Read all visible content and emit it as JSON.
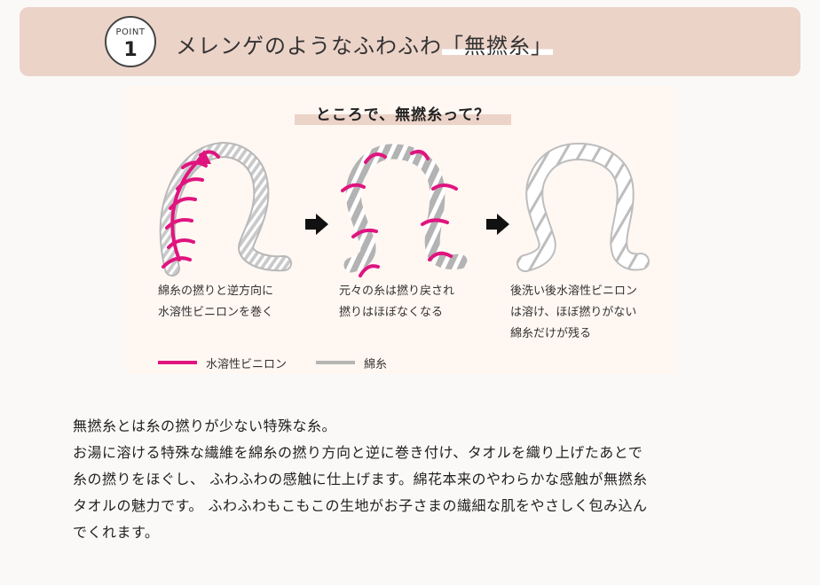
{
  "header": {
    "point_label": "POINT",
    "point_number": "1",
    "title_prefix": "メレンゲのようなふわふわ",
    "title_highlight": "「無撚糸」"
  },
  "diagram": {
    "question": "ところで、無撚糸って？",
    "steps": [
      {
        "lines": [
          "綿糸の撚りと逆方向に",
          "水溶性ビニロンを巻く"
        ]
      },
      {
        "lines": [
          "元々の糸は撚り戻され",
          "撚りはほぼなくなる"
        ]
      },
      {
        "lines": [
          "後洗い後水溶性ビニロン",
          "は溶け、ほぼ撚りがない",
          "綿糸だけが残る"
        ]
      }
    ],
    "arrow_icon": "right-arrow-icon",
    "legend": [
      {
        "label": "水溶性ビニロン",
        "color": "#e0147f"
      },
      {
        "label": "綿糸",
        "color": "#b5b5b5"
      }
    ]
  },
  "body": {
    "lines": [
      "無撚糸とは糸の撚りが少ない特殊な糸。",
      "お湯に溶ける特殊な繊維を綿糸の撚り方向と逆に巻き付け、タオルを織り上げたあとで",
      "糸の撚りをほぐし、 ふわふわの感触に仕上げます。綿花本来のやわらかな感触が無撚糸",
      "タオルの魅力です。 ふわふわもこもこの生地がお子さまの繊細な肌をやさしく包み込ん",
      "でくれます。"
    ]
  },
  "colors": {
    "header_bg": "#ecd3c8",
    "panel_bg": "#fff7f2",
    "vinylon": "#e0147f",
    "cotton": "#b5b5b5"
  }
}
